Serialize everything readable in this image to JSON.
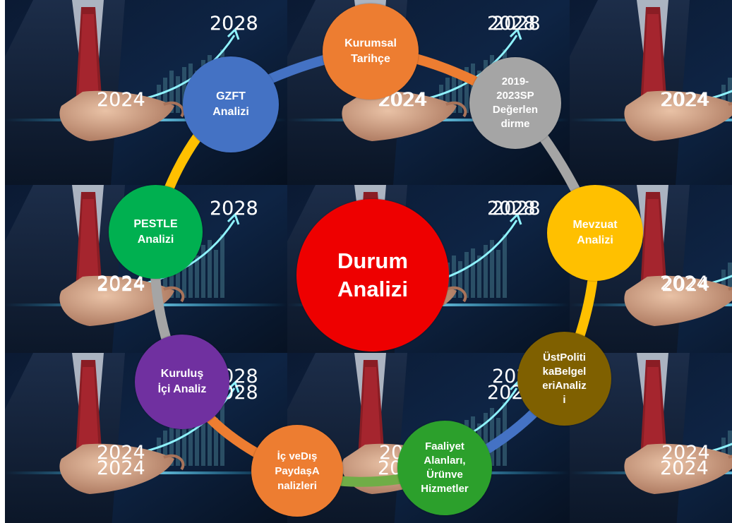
{
  "diagram": {
    "tile_labels": {
      "future_year": "2028",
      "current_year": "2024"
    },
    "center": {
      "label": "Durum\nAnaliz​i",
      "color": "#ee0000"
    },
    "nodes": [
      {
        "key": "kurumsal",
        "label": "Kurumsal\nTarihçe",
        "color": "#ed7d31"
      },
      {
        "key": "sp",
        "label": "2019-\n2023SP\nDeğerlen\ndirme",
        "color": "#a5a5a5"
      },
      {
        "key": "mevzuat",
        "label": "Mevzuat\nAnalizi",
        "color": "#ffc000"
      },
      {
        "key": "ust",
        "label": "ÜstPoliti\nkaBelgel\neriAnaliz\ni",
        "color": "#7f6000"
      },
      {
        "key": "faaliyet",
        "label": "Faaliyet\nAlanları,\nÜrünve\nHizmetler",
        "color": "#2ca02c"
      },
      {
        "key": "paydas",
        "label": "İç   veDış\nPaydaşA\nnalizleri",
        "color": "#ed7d31"
      },
      {
        "key": "kurulus",
        "label": "Kuruluş\nİçi Analiz",
        "color": "#7030a0"
      },
      {
        "key": "pestle",
        "label": "PESTLE\nAnalizi",
        "color": "#00b050"
      },
      {
        "key": "gzft",
        "label": "GZFT\nAnalizi",
        "color": "#4472c4"
      }
    ],
    "ring_colors": {
      "gzft_to_kurumsal": "#4472c4",
      "kurumsal_to_sp": "#ed7d31",
      "sp_to_mevzuat": "#a5a5a5",
      "mevzuat_to_ust": "#ffc000",
      "ust_to_faaliyet": "#4472c4",
      "faaliyet_to_paydas": "#70ad47",
      "paydas_to_kurulus": "#ed7d31",
      "kurulus_to_pestle": "#a5a5a5",
      "pestle_to_gzft": "#ffc000"
    }
  }
}
